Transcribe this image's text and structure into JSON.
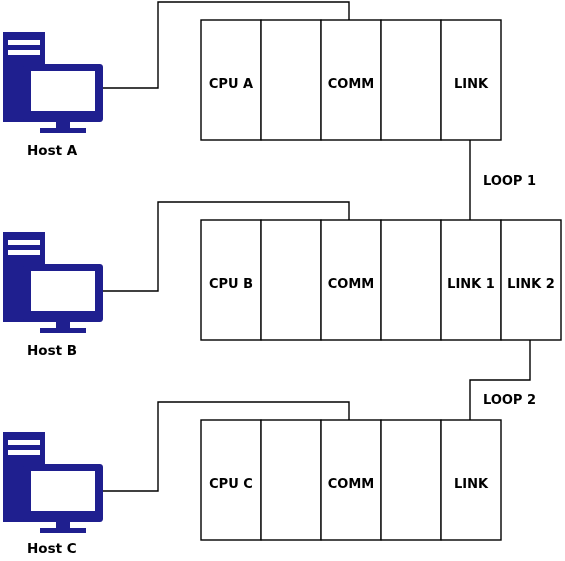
{
  "colors": {
    "host_icon": "#1f1f8f",
    "line": "#000000",
    "background": "#ffffff"
  },
  "rows": [
    {
      "host": {
        "label": "Host A",
        "icon": "desktop-computer-icon"
      },
      "rack": {
        "slots": [
          "CPU A",
          "",
          "COMM",
          "",
          "LINK"
        ]
      }
    },
    {
      "host": {
        "label": "Host B",
        "icon": "desktop-computer-icon"
      },
      "rack": {
        "slots": [
          "CPU B",
          "",
          "COMM",
          "",
          "LINK 1",
          "LINK 2"
        ]
      }
    },
    {
      "host": {
        "label": "Host C",
        "icon": "desktop-computer-icon"
      },
      "rack": {
        "slots": [
          "CPU C",
          "",
          "COMM",
          "",
          "LINK"
        ]
      }
    }
  ],
  "loops": [
    {
      "label": "LOOP 1"
    },
    {
      "label": "LOOP 2"
    }
  ]
}
